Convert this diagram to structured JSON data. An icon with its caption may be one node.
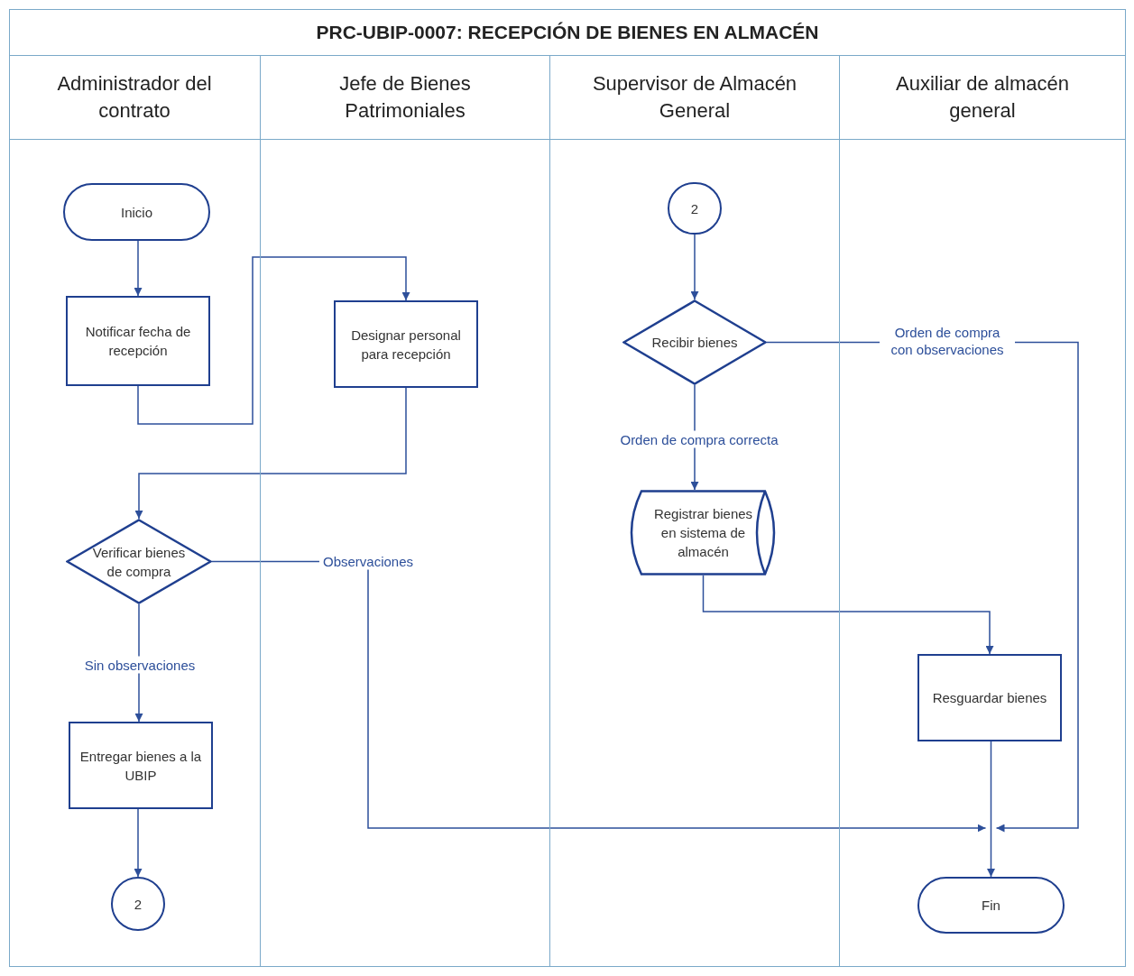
{
  "diagram": {
    "title": "PRC-UBIP-0007: RECEPCIÓN DE BIENES EN ALMACÉN",
    "nodes": [
      {
        "text": [
          "Administrador del contrato"
        ]
      },
      {
        "text": [
          "Jefe de Bienes Patrimoniales"
        ]
      },
      {
        "text": [
          "Supervisor de Almacén General"
        ]
      },
      {
        "text": [
          "Auxiliar de almacén general"
        ]
      },
      {
        "text": [
          "Inicio"
        ],
        "in": 0
      },
      {
        "text": [
          "Notificar fecha de recepción"
        ],
        "in": 0
      },
      {
        "text": [
          "Designar personal para recepción"
        ],
        "in": 1
      },
      {
        "text": [
          "Verificar bienes de compra"
        ],
        "in": 0
      },
      {
        "text": [
          "Entregar bienes a la UBIP"
        ],
        "in": 0
      },
      {
        "text": [
          "2"
        ],
        "in": 0
      },
      {
        "text": [
          "2"
        ],
        "in": 2
      },
      {
        "text": [
          "Recibir bienes"
        ],
        "in": 2
      },
      {
        "text": [
          "Registrar bienes en sistema de almacén"
        ],
        "in": 2
      },
      {
        "text": [
          "Resguardar bienes"
        ],
        "in": 3
      },
      {
        "text": [
          "Fin"
        ],
        "in": 3
      }
    ],
    "edges": [
      {
        "from": 4,
        "to": 5,
        "arrow": "to"
      },
      {
        "from": 5,
        "to": 6,
        "arrow": "to"
      },
      {
        "from": 6,
        "to": 7,
        "arrow": "to"
      },
      {
        "from": 7,
        "to": 8,
        "arrow": "to",
        "label": "Sin observaciones"
      },
      {
        "from": 7,
        "to": 14,
        "arrow": "to",
        "label": "Observaciones"
      },
      {
        "from": 8,
        "to": 9,
        "arrow": "to"
      },
      {
        "from": 10,
        "to": 11,
        "arrow": "to"
      },
      {
        "from": 11,
        "to": 12,
        "arrow": "to",
        "label": "Orden de compra correcta"
      },
      {
        "from": 12,
        "to": 13,
        "arrow": "to"
      },
      {
        "from": 13,
        "to": 14,
        "arrow": "to"
      },
      {
        "from": 11,
        "to": 14,
        "arrow": "to",
        "label": "Orden de compra con observaciones"
      }
    ]
  }
}
